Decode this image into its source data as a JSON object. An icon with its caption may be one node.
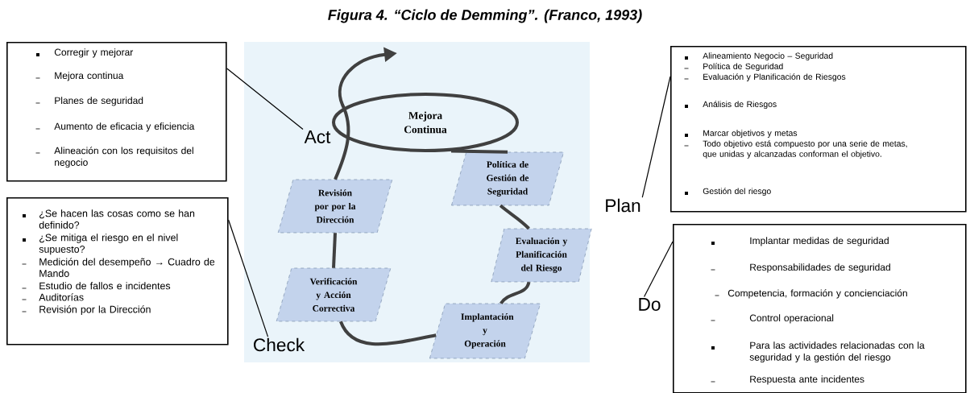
{
  "diagram": {
    "title": "Figura 4. “Ciclo de Demming”. (Franco, 1993)",
    "nodes": [
      {
        "text": [
          "Corregir y mejorar",
          "Mejora continua",
          "Planes de seguridad",
          "Aumento de eficacia y eficiencia",
          "Alineación con los requisitos del negocio"
        ]
      },
      {
        "text": [
          "Act"
        ]
      },
      {
        "text": [
          "¿Se hacen las cosas como se han definido?",
          "¿Se mitiga el riesgo en el nivel supuesto?",
          "Medición del desempeño → Cuadro de Mando",
          "Estudio de fallos e incidentes",
          "Auditorías",
          "Revisión por la Dirección"
        ]
      },
      {
        "text": [
          "Check"
        ]
      },
      {
        "text": [
          "Alineamiento Negocio – Seguridad",
          "Política de Seguridad",
          "Evaluación y Planificación de Riesgos",
          "Análisis de Riesgos",
          "Marcar objetivos y metas",
          "Todo objetivo está compuesto por una serie de metas, que unidas y alcanzadas conforman el objetivo.",
          "Gestión del riesgo"
        ]
      },
      {
        "text": [
          "Plan"
        ]
      },
      {
        "text": [
          "Implantar medidas de seguridad",
          "Responsabilidades de seguridad",
          "Competencia, formación y concienciación",
          "Control operacional",
          "Para las actividades relacionadas con la seguridad y la gestión del riesgo",
          "Respuesta ante incidentes"
        ]
      },
      {
        "text": [
          "Do"
        ]
      },
      {
        "text": [
          "Mejora Continua"
        ]
      },
      {
        "text": [
          "Política de Gestión de Seguridad"
        ]
      },
      {
        "text": [
          "Evaluación y Planificación del Riesgo"
        ]
      },
      {
        "text": [
          "Implantación y Operación"
        ]
      },
      {
        "text": [
          "Verificación y Acción Correctiva"
        ]
      },
      {
        "text": [
          "Revisión por por la Dirección"
        ]
      }
    ],
    "edges": [
      {
        "from": 0,
        "to": 1,
        "arrow": "none",
        "color": "#000000"
      },
      {
        "from": 2,
        "to": 3,
        "arrow": "none",
        "color": "#000000"
      },
      {
        "from": 4,
        "to": 5,
        "arrow": "none",
        "color": "#000000"
      },
      {
        "from": 6,
        "to": 7,
        "arrow": "none",
        "color": "#000000"
      },
      {
        "from": 8,
        "to": 9,
        "arrow": "none"
      },
      {
        "from": 9,
        "to": 10,
        "arrow": "none"
      },
      {
        "from": 10,
        "to": 11,
        "arrow": "none"
      },
      {
        "from": 11,
        "to": 12,
        "arrow": "none"
      },
      {
        "from": 12,
        "to": 13,
        "arrow": "none"
      },
      {
        "from": 13,
        "to": null,
        "arrow": "to"
      }
    ]
  }
}
